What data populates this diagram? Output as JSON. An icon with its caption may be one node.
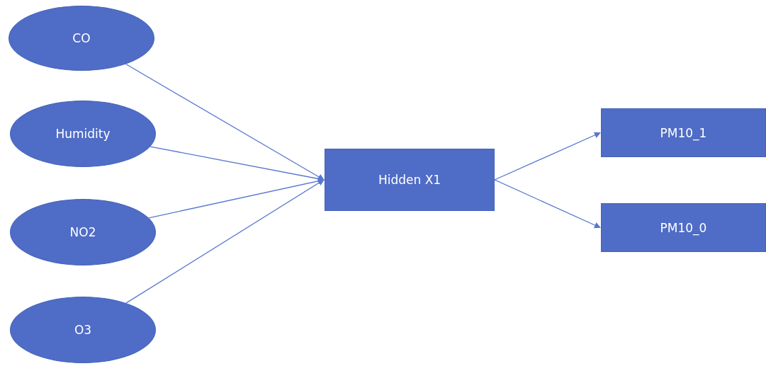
{
  "diagram": {
    "nodes": [
      {
        "text": [
          "CO"
        ]
      },
      {
        "text": [
          "Humidity"
        ]
      },
      {
        "text": [
          "NO2"
        ]
      },
      {
        "text": [
          "O3"
        ]
      },
      {
        "text": [
          "Hidden X1"
        ]
      },
      {
        "text": [
          "PM10_1"
        ]
      },
      {
        "text": [
          "PM10_0"
        ]
      }
    ],
    "edges": [
      {
        "from": 0,
        "to": 4,
        "arrow": "to"
      },
      {
        "from": 1,
        "to": 4,
        "arrow": "to"
      },
      {
        "from": 2,
        "to": 4,
        "arrow": "to"
      },
      {
        "from": 3,
        "to": 4,
        "arrow": "to"
      },
      {
        "from": 4,
        "to": 5,
        "arrow": "to"
      },
      {
        "from": 4,
        "to": 6,
        "arrow": "to"
      }
    ]
  }
}
